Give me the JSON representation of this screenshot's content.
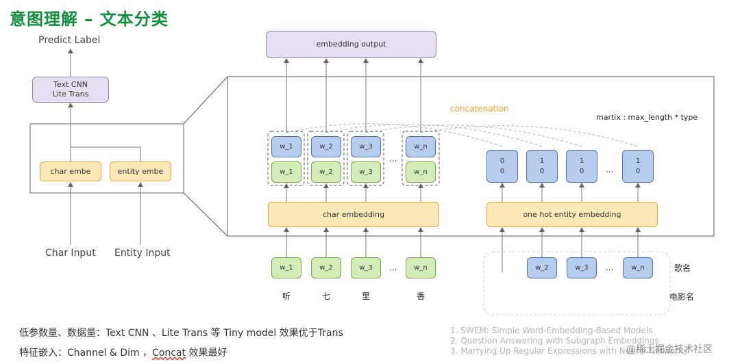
{
  "title": "意图理解 – 文本分类",
  "left": {
    "predict_label": "Predict Label",
    "model_line1": "Text CNN",
    "model_line2": "Lite Trans",
    "char_embe": "char embe",
    "entity_embe": "entity embe",
    "char_input": "Char Input",
    "entity_input": "Entity Input"
  },
  "right": {
    "embedding_output": "embedding output",
    "concatenation": "concatenation",
    "matrix_note": "martix : max_length * type",
    "char_embedding": "char embedding",
    "entity_embedding": "one hot entity embedding",
    "tokens": [
      "w_1",
      "w_2",
      "w_3",
      "w_n"
    ],
    "ellipsis": "...",
    "entity_vectors": [
      [
        "0",
        "0"
      ],
      [
        "1",
        "0"
      ],
      [
        "1",
        "0"
      ],
      [
        "1",
        "0"
      ]
    ],
    "char_inputs": [
      "w_1",
      "w_2",
      "w_3",
      "w_n"
    ],
    "entity_inputs": [
      "w_2",
      "w_3",
      "w_n"
    ],
    "chars": [
      "听",
      "七",
      "里",
      "香"
    ],
    "song_name": "歌名",
    "movie_name": "电影名"
  },
  "notes": {
    "line1": "低参数量、数据量：Text CNN 、Lite Trans 等 Tiny model 效果优于Trans",
    "line2_a": "特征嵌入：Channel & Dim ，",
    "line2_b": "Concat",
    "line2_c": " 效果最好"
  },
  "references": [
    "1. SWEM:  Simple Word-Embedding-Based Models",
    "2. Question Answering with Subgraph Embeddings",
    "3. Marrying Up Regular Expressions with Neural Networks"
  ],
  "watermark": "@稀土掘金技术社区",
  "colors": {
    "title": "#0f8f3c",
    "concat": "#f0a030",
    "purple": "#e6dff2",
    "yellow": "#fde9b8",
    "blue": "#b7cdee",
    "green": "#d3ecb8"
  }
}
